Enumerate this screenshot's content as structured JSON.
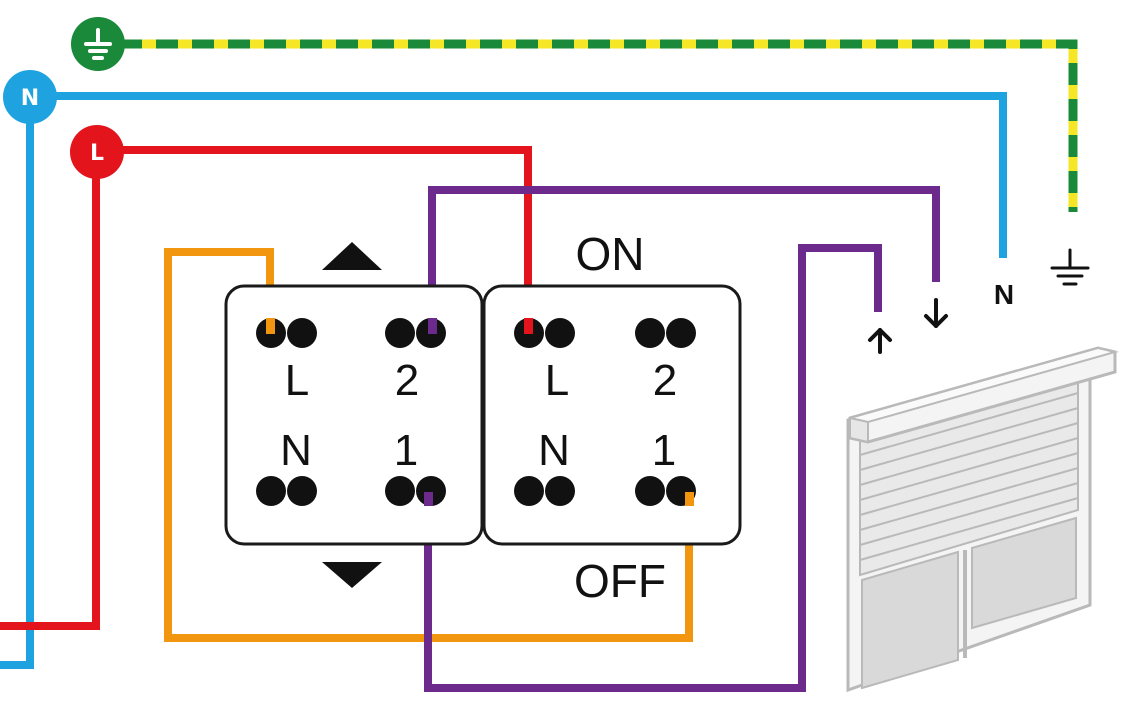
{
  "colors": {
    "earth_green": "#1a8a3a",
    "earth_yellow": "#f5e626",
    "neutral_blue": "#1ea3e0",
    "live_red": "#e3141c",
    "switch_orange": "#f2960f",
    "motor_purple": "#6b2a8c",
    "outline": "#1a1a1a",
    "shutter_gray": "#cfcfcf"
  },
  "supply": {
    "earth": {
      "icon": "earth-symbol"
    },
    "neutral": {
      "label": "N"
    },
    "live": {
      "label": "L"
    }
  },
  "switch_module_1": {
    "up_arrow_icon": "triangle-up-icon",
    "down_arrow_icon": "triangle-down-icon",
    "terminals": {
      "l": "L",
      "two": "2",
      "n": "N",
      "one": "1"
    }
  },
  "switch_module_2": {
    "on_label": "ON",
    "off_label": "OFF",
    "terminals": {
      "l": "L",
      "two": "2",
      "n": "N",
      "one": "1"
    }
  },
  "motor": {
    "up_icon": "arrow-up-icon",
    "down_icon": "arrow-down-icon",
    "neutral_label": "N",
    "earth_icon": "earth-symbol"
  }
}
